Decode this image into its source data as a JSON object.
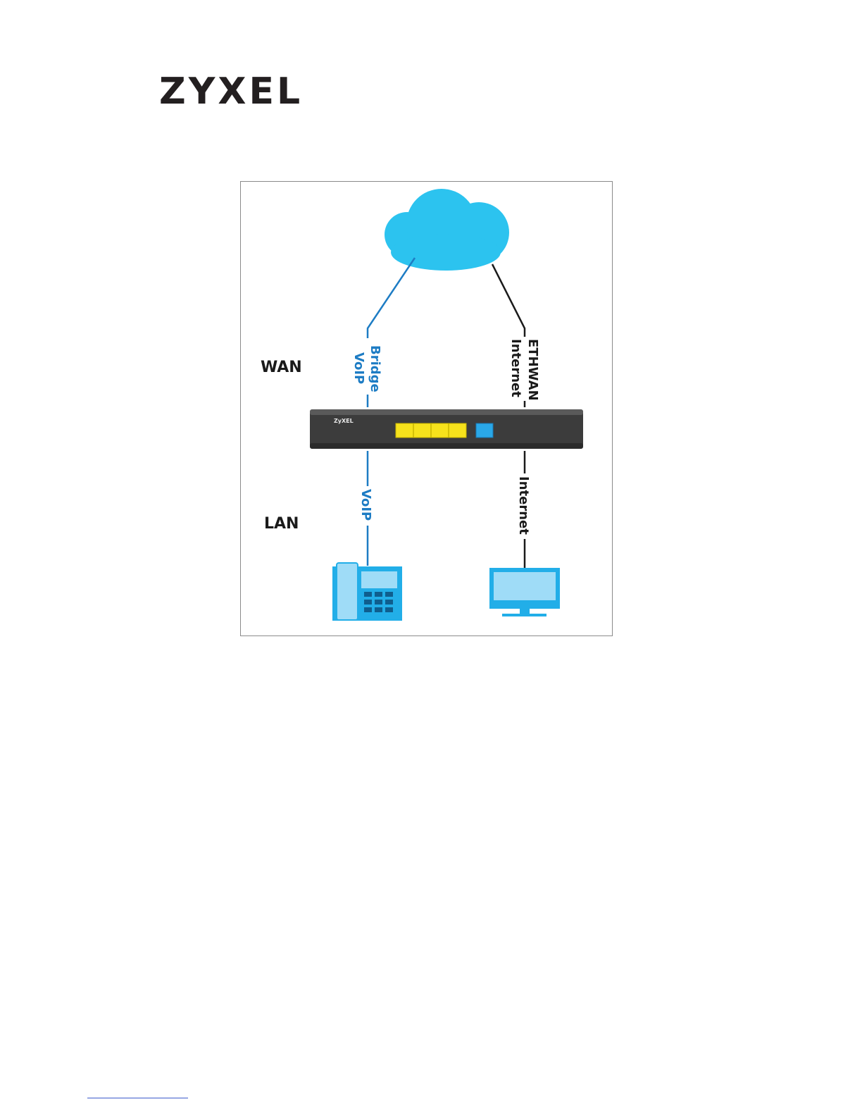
{
  "header": {
    "logo_text": "ZYXEL"
  },
  "diagram": {
    "zones": {
      "wan": "WAN",
      "lan": "LAN"
    },
    "router": {
      "brand": "ZyXEL"
    },
    "links": {
      "wan_left": {
        "line1": "Bridge",
        "line2": "VoIP"
      },
      "wan_right": {
        "line1": "ETHWAN",
        "line2": "Internet"
      },
      "lan_left": "VoIP",
      "lan_right": "Internet"
    },
    "colors": {
      "cloud": "#2cc3ef",
      "voip_link": "#1d7cc4",
      "internet_link": "#1a1a1a",
      "router_body": "#3c3c3c",
      "lan_ports": "#f6e21c",
      "wan_port": "#2aa8e8",
      "device_light": "#9fdcf7",
      "device_blue": "#22aee8"
    },
    "icons": [
      "cloud-icon",
      "router-icon",
      "ip-phone-icon",
      "monitor-icon"
    ]
  }
}
